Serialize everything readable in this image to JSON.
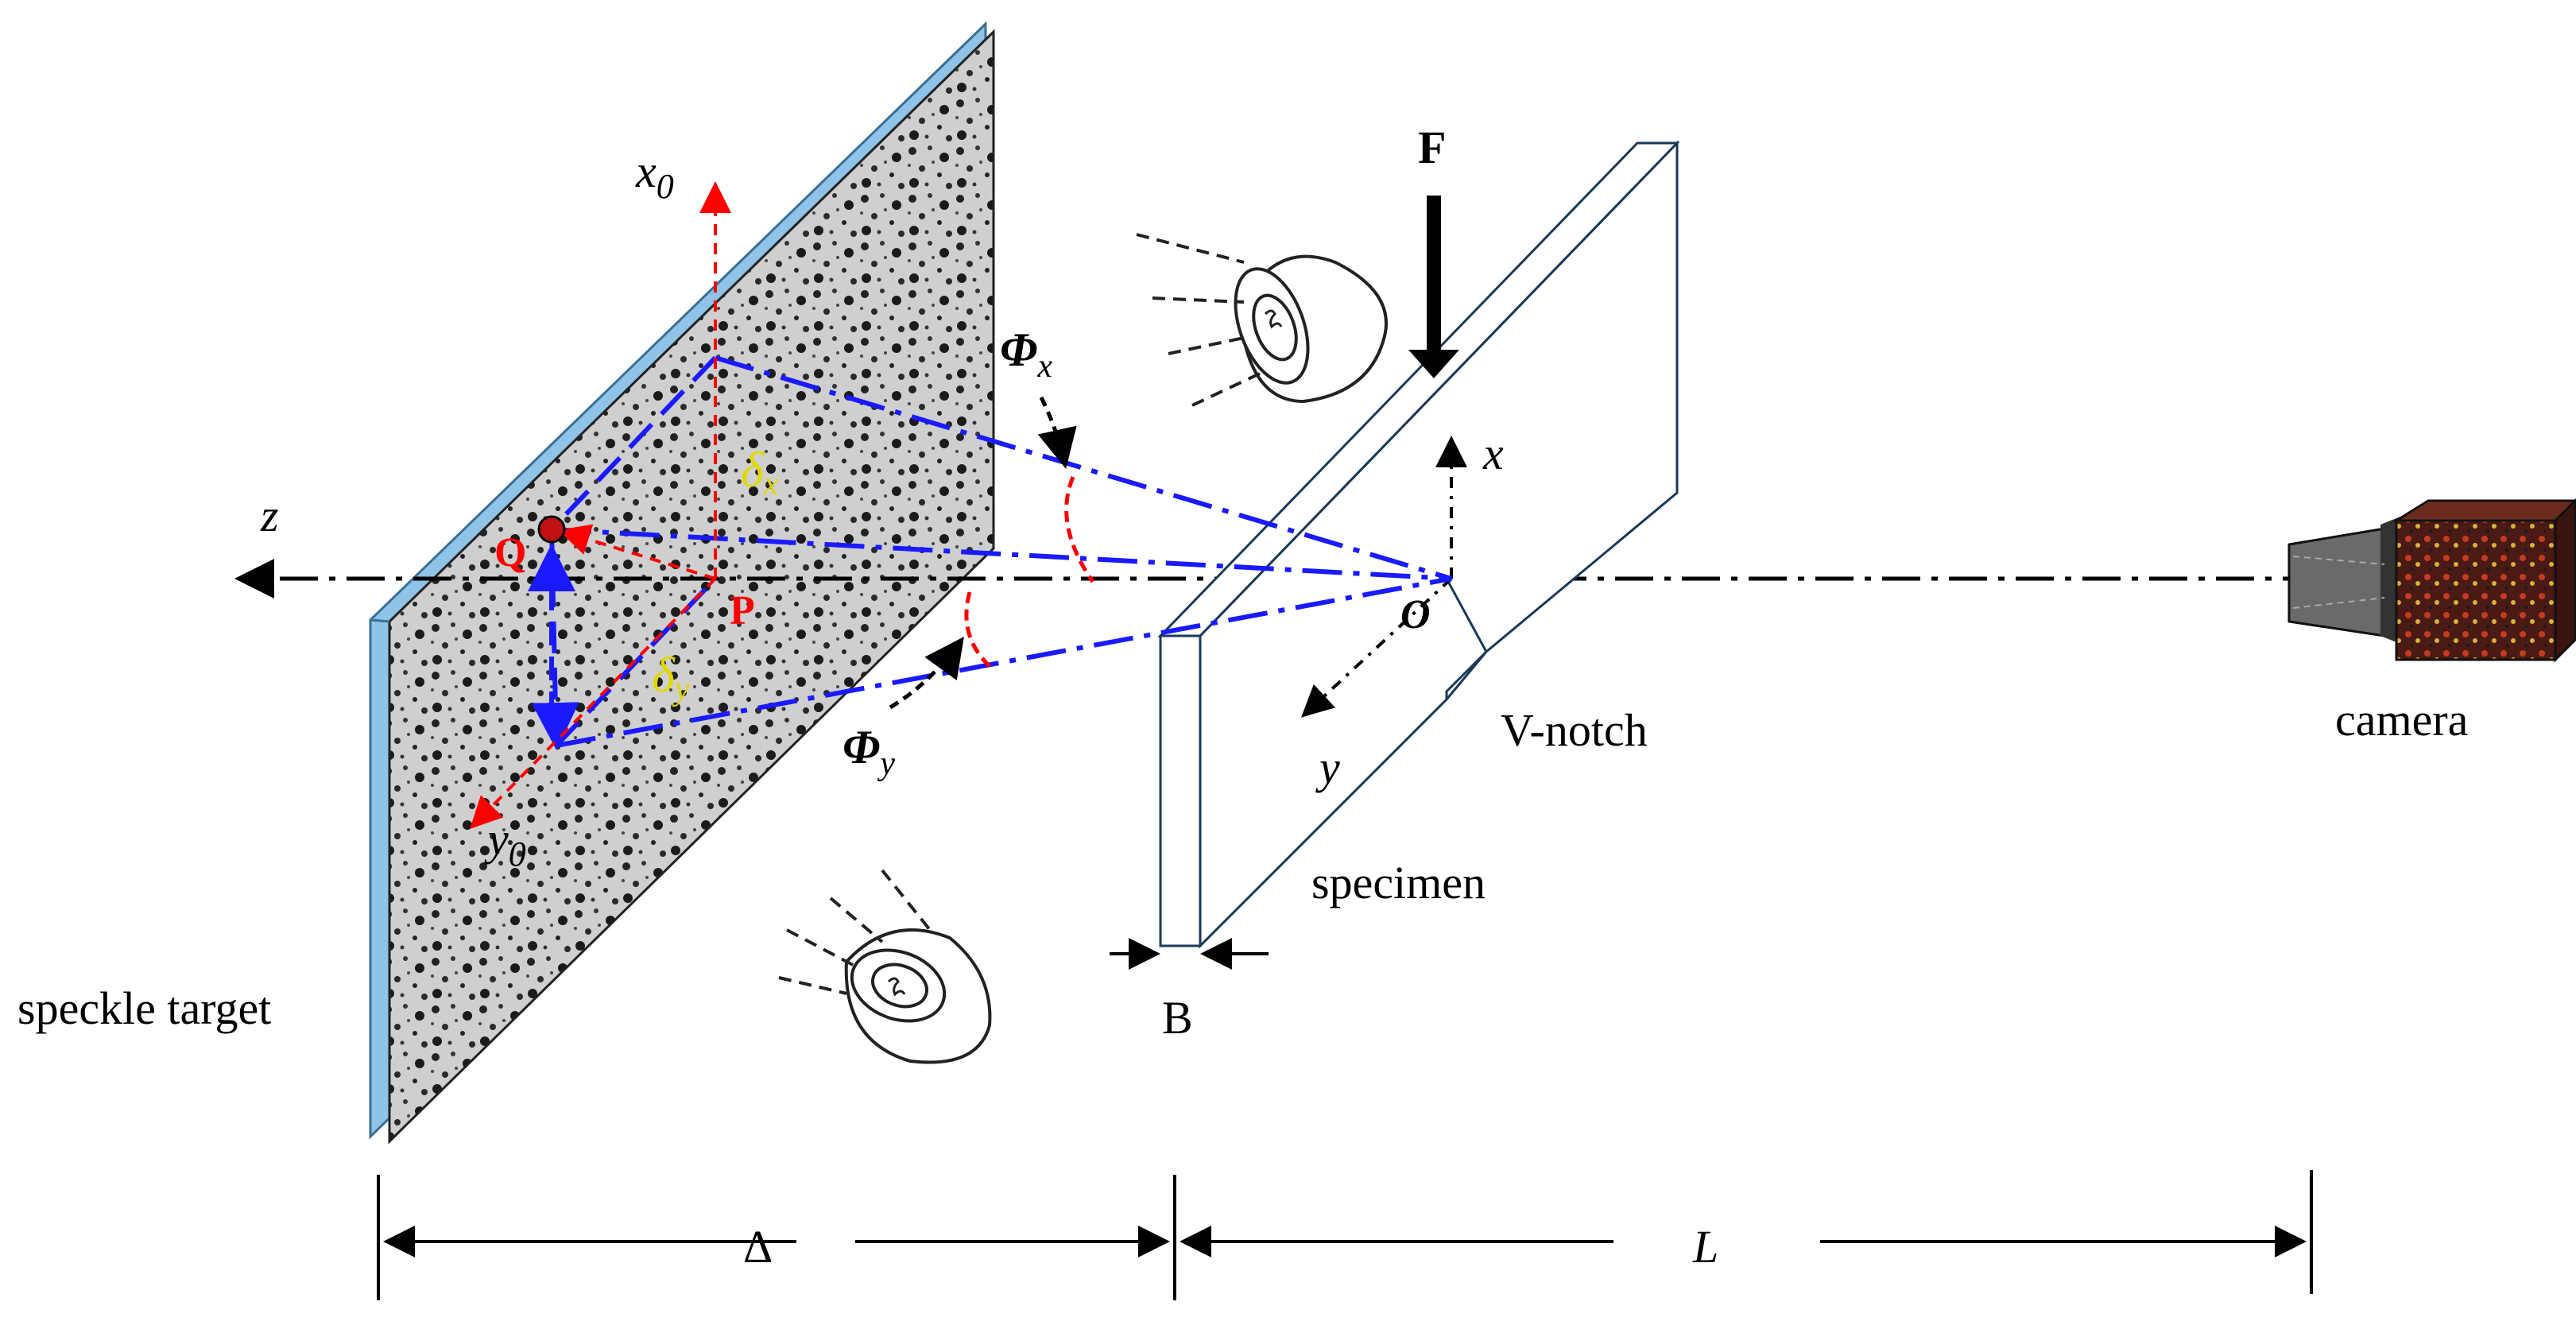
{
  "labels": {
    "force": "F",
    "x0_axis": "x",
    "x0_sub": "0",
    "y0_axis": "y",
    "y0_sub": "0",
    "z_axis": "z",
    "x_axis": "x",
    "y_axis": "y",
    "point_q": "Q",
    "point_p": "P",
    "origin_o": "O",
    "delta_x": "δ",
    "delta_x_sub": "x",
    "delta_y": "δ",
    "delta_y_sub": "y",
    "phi_x": "Φ",
    "phi_x_sub": "x",
    "phi_y": "Φ",
    "phi_y_sub": "y",
    "v_notch": "V-notch",
    "specimen": "specimen",
    "speckle_target": "speckle target",
    "camera": "camera",
    "thickness": "B",
    "distance_delta": "Δ",
    "distance_l": "L"
  },
  "colors": {
    "target_edge": "#8fc3e8",
    "speckle_bg": "#c9c9c9",
    "line_blue": "#1a1aff",
    "red": "#ff0000",
    "yellow": "#e0d800",
    "black": "#000000"
  },
  "icons": {
    "lamp_top": "lamp-icon",
    "lamp_bottom": "lamp-icon",
    "camera": "camera-icon"
  }
}
